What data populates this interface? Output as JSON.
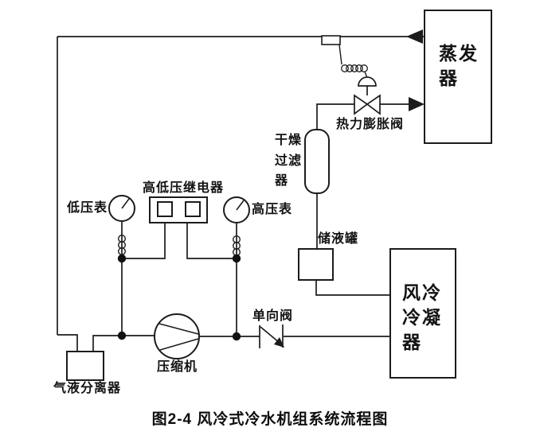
{
  "figure": {
    "caption": "图2-4 风冷式冷水机组系统流程图",
    "colors": {
      "line": "#1c1c1c",
      "background": "#ffffff"
    },
    "labels": {
      "evaporator": "蒸发器",
      "condenser": "风冷冷凝器",
      "compressor": "压缩机",
      "gas_liquid_separator": "气液分离器",
      "receiver": "储液罐",
      "drier_filter": "干燥过滤器",
      "thermal_expansion_valve": "热力膨胀阀",
      "check_valve": "单向阀",
      "high_low_pressure_relay": "高低压继电器",
      "low_pressure_gauge": "低压表",
      "high_pressure_gauge": "高压表"
    }
  }
}
